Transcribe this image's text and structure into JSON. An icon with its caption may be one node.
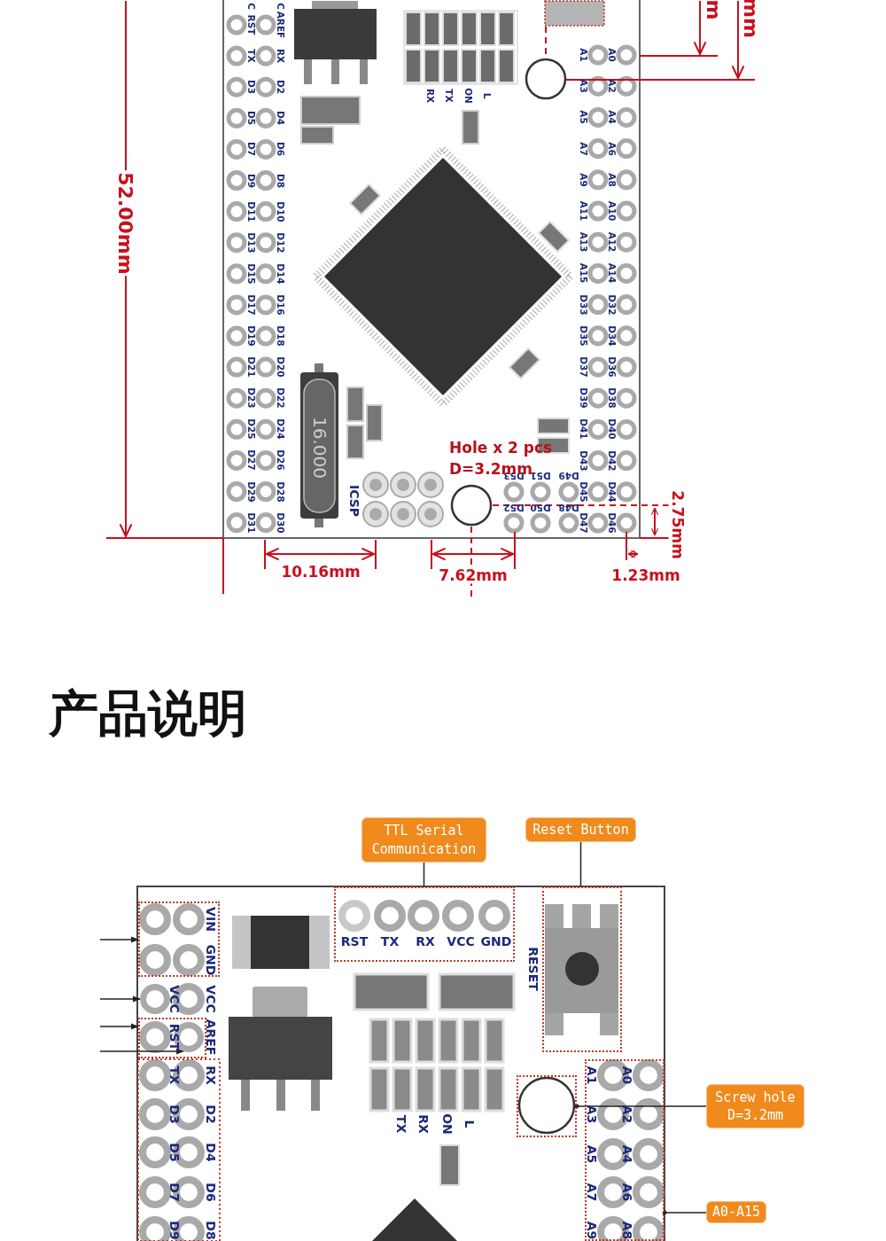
{
  "diagram": {
    "nodes": [
      {
        "text": [
          "TTL Serial Communication"
        ]
      },
      {
        "text": [
          "Reset Button"
        ]
      },
      {
        "text": [],
        "shape": "box"
      },
      {
        "text": [],
        "shape": "box"
      },
      {
        "text": [],
        "shape": "box"
      },
      {
        "text": [],
        "shape": "circle"
      },
      {
        "text": [],
        "shape": "box"
      },
      {
        "text": [],
        "shape": "circle",
        "in": 6
      },
      {
        "text": [
          "Screw hole D=3.2mm"
        ]
      },
      {
        "text": [],
        "shape": "box"
      },
      {
        "text": [
          "A0-A15"
        ]
      },
      {
        "text": [],
        "shape": "box"
      }
    ],
    "edges": [
      {
        "from": 0,
        "to": 2,
        "arrow": "none"
      },
      {
        "from": 1,
        "to": 3,
        "arrow": "none"
      },
      {
        "from": null,
        "to": 4,
        "arrow": "to"
      },
      {
        "from": null,
        "to": 5,
        "arrow": "to"
      },
      {
        "from": null,
        "to": 6,
        "arrow": "to"
      },
      {
        "from": null,
        "to": 7,
        "arrow": "to"
      },
      {
        "from": 8,
        "to": 9,
        "arrow": "other"
      },
      {
        "from": 10,
        "to": 11,
        "arrow": "other"
      }
    ],
    "labels": [
      "C",
      "C",
      "RST",
      "AREF",
      "TX",
      "RX",
      "D3",
      "D2",
      "D5",
      "D4",
      "D7",
      "D6",
      "D9",
      "D8",
      "D11",
      "D10",
      "D13",
      "D12",
      "D15",
      "D14",
      "D17",
      "D16",
      "D19",
      "D18",
      "D21",
      "D20",
      "D23",
      "D22",
      "D25",
      "D24",
      "D27",
      "D26",
      "D29",
      "D28",
      "D31",
      "D30",
      "RX",
      "TX",
      "ON",
      "L",
      "A1",
      "A0",
      "A3",
      "A2",
      "A5",
      "A4",
      "A7",
      "A6",
      "A9",
      "A8",
      "A11",
      "A10",
      "A13",
      "A12",
      "A15",
      "A14",
      "D33",
      "D32",
      "D35",
      "D34",
      "D37",
      "D36",
      "D39",
      "D38",
      "D41",
      "D40",
      "D43",
      "D42",
      "D45",
      "D44",
      "D47",
      "D46",
      "D53",
      "D51",
      "D49",
      "D52",
      "D50",
      "D48",
      "16.000",
      "ICSP",
      "Hole x 2 pcs",
      "D=3.2mm",
      "52.00mm",
      "10.16mm",
      "7.62mm",
      "1.23mm",
      "2.75mm",
      "m",
      "mm",
      "产品说明",
      "VIN",
      "GND",
      "VCC",
      "VCC",
      "RST",
      "AREF",
      "TX",
      "RX",
      "D3",
      "D2",
      "D5",
      "D4",
      "D7",
      "D6",
      "D9",
      "D8",
      "RST",
      "TX",
      "RX",
      "VCC",
      "GND",
      "RESET",
      "TX",
      "RX",
      "ON",
      "L",
      "A1",
      "A0",
      "A3",
      "A2",
      "A5",
      "A4",
      "A7",
      "A6",
      "A9",
      "A8"
    ]
  }
}
